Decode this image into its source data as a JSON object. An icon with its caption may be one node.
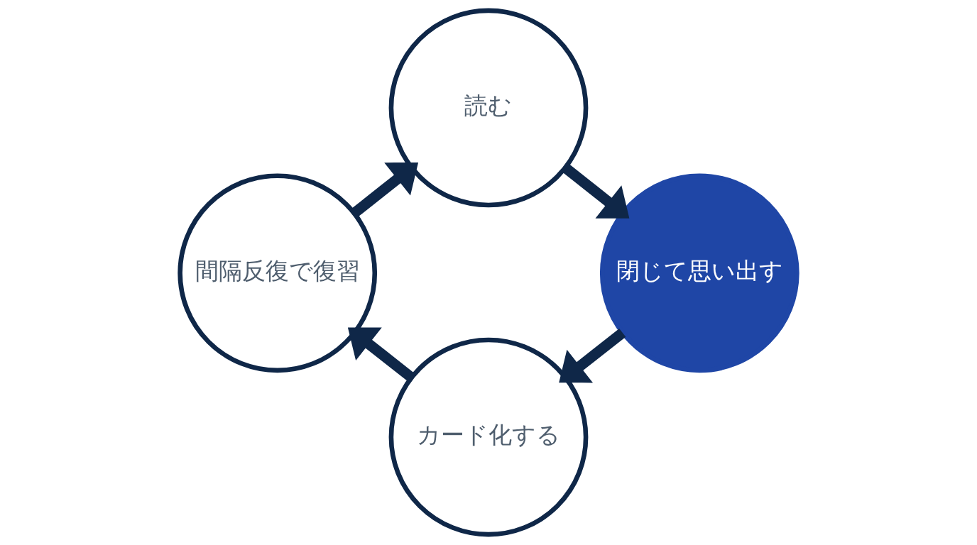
{
  "diagram": {
    "nodes": [
      {
        "text": [
          "読む"
        ]
      },
      {
        "text": [
          "閉じて思い出す"
        ]
      },
      {
        "text": [
          "カード化する"
        ]
      },
      {
        "text": [
          "間隔反復で復習"
        ]
      }
    ],
    "edges": [
      {
        "from": 0,
        "to": 1,
        "arrow": "to"
      },
      {
        "from": 1,
        "to": 2,
        "arrow": "to"
      },
      {
        "from": 2,
        "to": 3,
        "arrow": "to"
      },
      {
        "from": 3,
        "to": 0,
        "arrow": "to"
      }
    ]
  }
}
